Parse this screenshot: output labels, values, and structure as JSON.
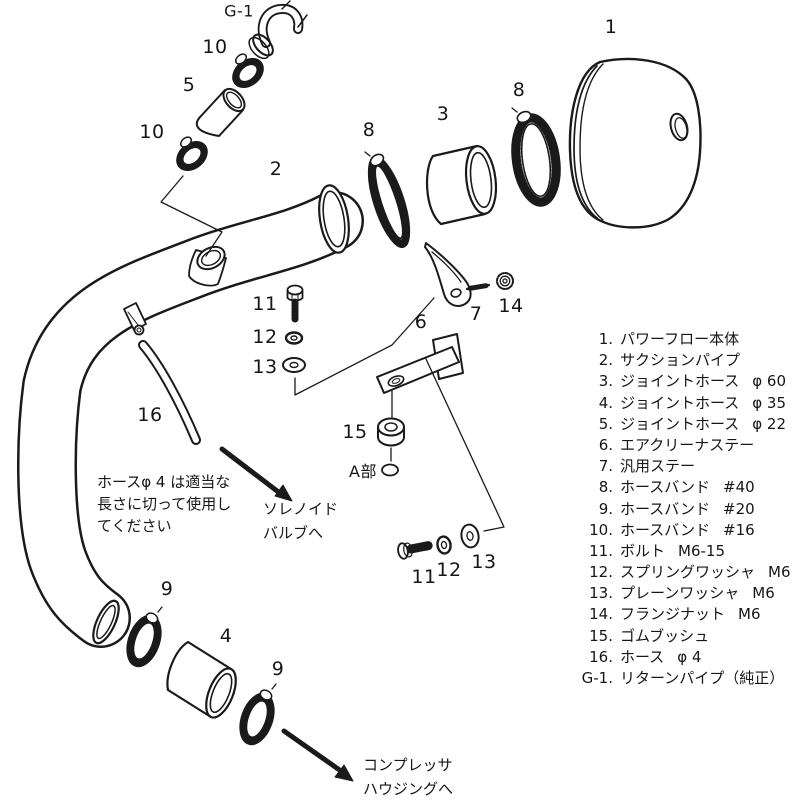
{
  "style": {
    "ink": "#1a1a1a",
    "background": "#ffffff"
  },
  "callouts": {
    "g1": "G-1",
    "n10a": "10",
    "n5": "5",
    "n10b": "10",
    "n2": "2",
    "n8a": "8",
    "n3": "3",
    "n8b": "8",
    "n1": "1",
    "n11a": "11",
    "n12a": "12",
    "n13a": "13",
    "n6": "6",
    "n7": "7",
    "n14": "14",
    "n15": "15",
    "a_label": "A部",
    "n16": "16",
    "n9a": "9",
    "n4": "4",
    "n9b": "9",
    "n11b": "11",
    "n12b": "12",
    "n13b": "13"
  },
  "notes": {
    "hose_note_line1": "ホースφ 4 は適当な",
    "hose_note_line2": "長さに切って使用し",
    "hose_note_line3": "てください",
    "solenoid_line1": "ソレノイド",
    "solenoid_line2": "バルブへ",
    "compressor_line1": "コンプレッサ",
    "compressor_line2": "ハウジングへ"
  },
  "parts_list": {
    "items": [
      {
        "num": "1.",
        "name": "パワーフロー本体",
        "spec": ""
      },
      {
        "num": "2.",
        "name": "サクションパイプ",
        "spec": ""
      },
      {
        "num": "3.",
        "name": "ジョイントホース",
        "spec": "φ 60"
      },
      {
        "num": "4.",
        "name": "ジョイントホース",
        "spec": "φ 35"
      },
      {
        "num": "5.",
        "name": "ジョイントホース",
        "spec": "φ 22"
      },
      {
        "num": "6.",
        "name": "エアクリーナステー",
        "spec": ""
      },
      {
        "num": "7.",
        "name": "汎用ステー",
        "spec": ""
      },
      {
        "num": "8.",
        "name": "ホースバンド",
        "spec": "#40"
      },
      {
        "num": "9.",
        "name": "ホースバンド",
        "spec": "#20"
      },
      {
        "num": "10.",
        "name": "ホースバンド",
        "spec": "#16"
      },
      {
        "num": "11.",
        "name": "ボルト",
        "spec": "M6-15"
      },
      {
        "num": "12.",
        "name": "スプリングワッシャ",
        "spec": "M6"
      },
      {
        "num": "13.",
        "name": "プレーンワッシャ",
        "spec": "M6"
      },
      {
        "num": "14.",
        "name": "フランジナット",
        "spec": "M6"
      },
      {
        "num": "15.",
        "name": "ゴムブッシュ",
        "spec": ""
      },
      {
        "num": "16.",
        "name": "ホース",
        "spec": "φ 4"
      },
      {
        "num": "G-1.",
        "name": "リターンパイプ（純正）",
        "spec": ""
      }
    ]
  }
}
